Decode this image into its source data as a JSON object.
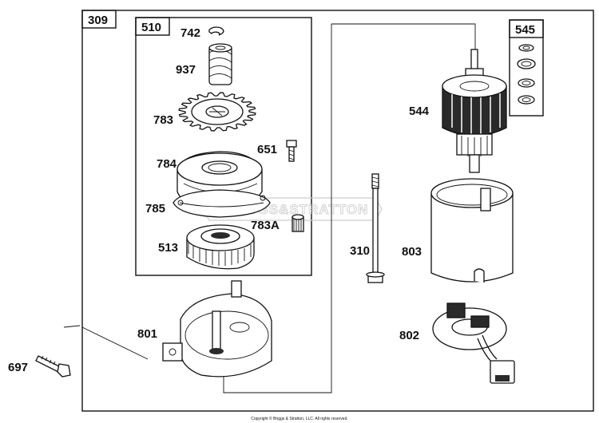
{
  "groups": {
    "outer": "309",
    "drive_kit": "510",
    "washer_kit": "545"
  },
  "parts": {
    "p742": "742",
    "p937": "937",
    "p783": "783",
    "p651": "651",
    "p784": "784",
    "p785": "785",
    "p783a": "783A",
    "p513": "513",
    "p544": "544",
    "p310": "310",
    "p803": "803",
    "p801": "801",
    "p802": "802",
    "p697": "697"
  },
  "watermark": "BRIGGS&STRATTON",
  "copyright": "Copyright © Briggs & Stratton, LLC. All rights reserved.",
  "colors": {
    "line": "#111111",
    "part_fill": "#ffffff",
    "shade": "#2a2a2a",
    "watermark": "#c8c8c8"
  }
}
